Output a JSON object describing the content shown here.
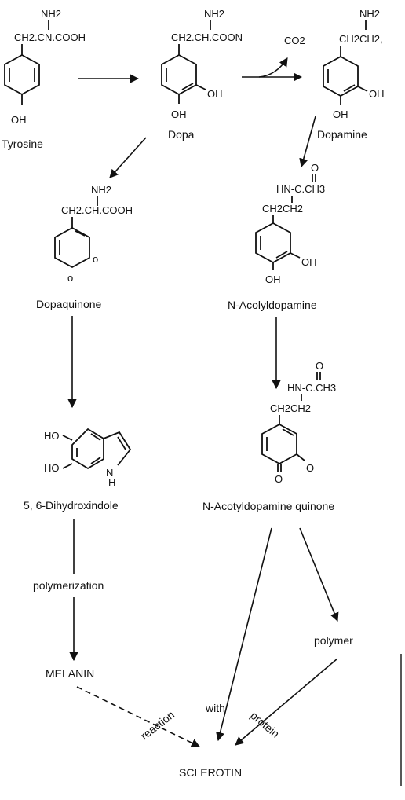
{
  "compounds": {
    "tyrosine": {
      "name": "Tyrosine",
      "side_chain": "CH2.CN.COOH",
      "amine": "NH2",
      "ring_sub": "OH"
    },
    "dopa": {
      "name": "Dopa",
      "side_chain": "CH2.CH.COON",
      "amine": "NH2",
      "ring_sub_1": "OH",
      "ring_sub_2": "OH"
    },
    "dopamine": {
      "name": "Dopamine",
      "side_chain": "CH2CH2,",
      "amine": "NH2",
      "ring_sub_1": "OH",
      "ring_sub_2": "OH"
    },
    "dopaquinone": {
      "name": "Dopaquinone",
      "side_chain": "CH2.CH.COOH",
      "amine": "NH2",
      "ring_o_1": "o",
      "ring_o_2": "o"
    },
    "n_acetyldopamine": {
      "name": "N-Acolyldopamine",
      "acyl": "HN-C.CH3",
      "carbonyl_o": "O",
      "side_chain": "CH2CH2",
      "ring_sub_1": "OH",
      "ring_sub_2": "OH"
    },
    "dihydroxindole": {
      "name": "5, 6-Dihydroxindole",
      "sub_1": "HO",
      "sub_2": "HO",
      "nh_n": "N",
      "nh_h": "H"
    },
    "nad_quinone": {
      "name": "N-Acotyldopamine quinone",
      "acyl": "HN-C.CH3",
      "carbonyl_o": "O",
      "side_chain": "CH2CH2",
      "ring_o_1": "O",
      "ring_o_2": "O"
    }
  },
  "byproduct": {
    "co2": "CO2"
  },
  "steps": {
    "polymerization": "polymerization",
    "polymer": "polymer",
    "reaction": "reaction",
    "with": "with",
    "protein": "protein"
  },
  "products": {
    "melanin": "MELANIN",
    "sclerotin": "SCLEROTIN"
  }
}
